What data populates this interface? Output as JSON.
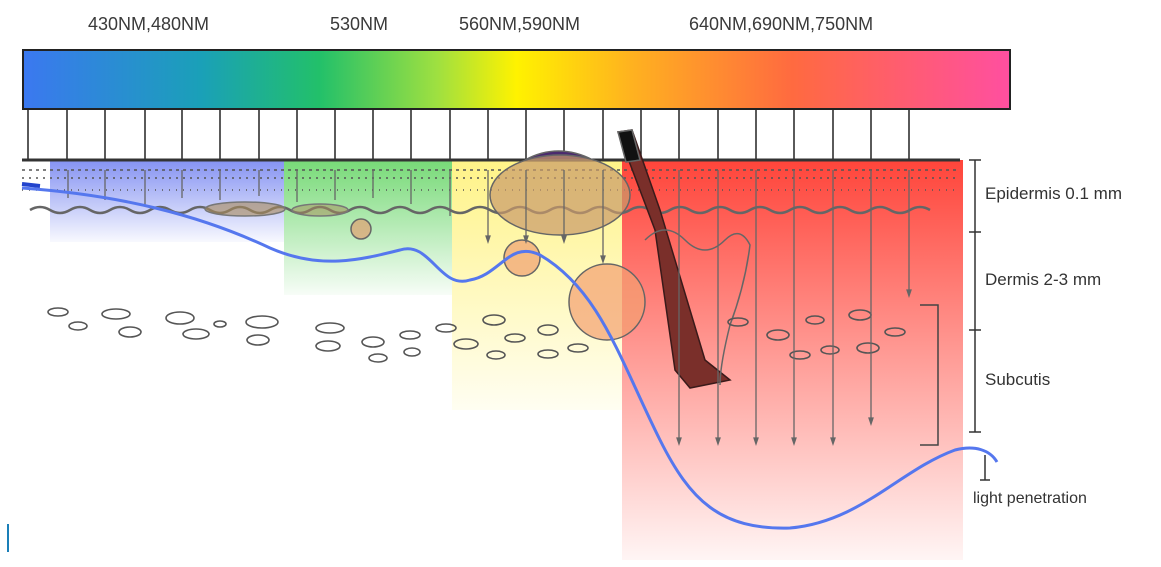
{
  "wavelength_labels": [
    "430NM,480NM",
    "530NM",
    "560NM,590NM",
    "640NM,690NM,750NM"
  ],
  "skin_layers": [
    "Epidermis 0.1 mm",
    "Dermis 2-3 mm",
    "Subcutis"
  ],
  "penetration_label": "light penetration",
  "colors": {
    "spectrum": [
      "#3b78f0",
      "#1aa0b8",
      "#22c06a",
      "#9fe040",
      "#fff200",
      "#ffb020",
      "#ff6a40",
      "#ff4fa0"
    ],
    "blue_zone": "#6f7ff0",
    "green_zone": "#5fd35f",
    "yellow_zone": "#fff27a",
    "red_zone": "#ff3b30",
    "penetration_curve": "#5577ee"
  }
}
